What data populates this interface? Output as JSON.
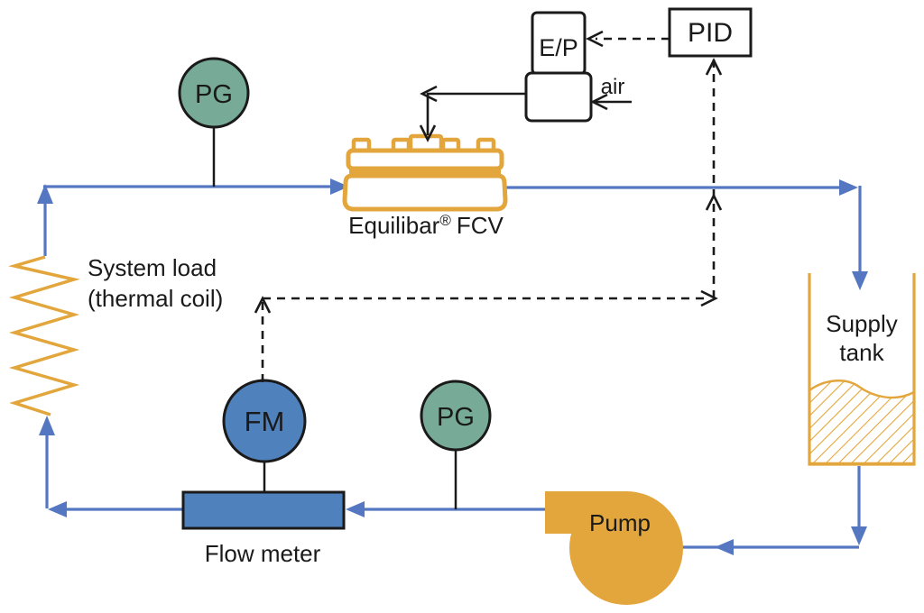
{
  "diagram": {
    "type": "process-flow-control-loop",
    "colors": {
      "pipe_blue": "#5577C2",
      "instrument_blue": "#4F81BD",
      "gauge_green": "#77AB97",
      "gold": "#E2A63C",
      "line_black": "#1a1a1a",
      "background": "#FFFFFF"
    },
    "components": {
      "pg_top": {
        "label": "PG"
      },
      "pg_bottom": {
        "label": "PG"
      },
      "fm": {
        "label": "FM"
      },
      "flow_meter": {
        "label": "Flow meter"
      },
      "pump": {
        "label": "Pump"
      },
      "supply_tank": {
        "line1": "Supply",
        "line2": "tank"
      },
      "system_load": {
        "line1": "System load",
        "line2": "(thermal coil)"
      },
      "valve": {
        "name": "Equilibar",
        "reg_mark": "®",
        "suffix": "FCV"
      },
      "pid": {
        "label": "PID"
      },
      "ep": {
        "label": "E/P"
      },
      "air": {
        "label": "air"
      }
    }
  }
}
